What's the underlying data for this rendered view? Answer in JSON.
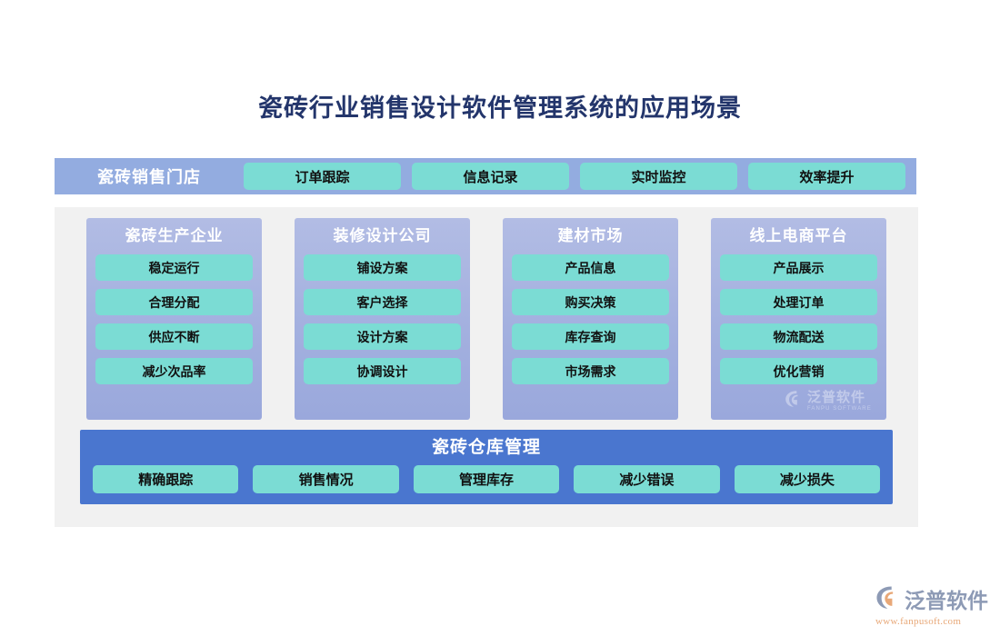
{
  "page": {
    "title": "瓷砖行业销售设计软件管理系统的应用场景"
  },
  "header": {
    "title": "瓷砖销售门店",
    "pills": [
      {
        "label": "订单跟踪"
      },
      {
        "label": "信息记录"
      },
      {
        "label": "实时监控"
      },
      {
        "label": "效率提升"
      }
    ]
  },
  "columns": [
    {
      "title": "瓷砖生产企业",
      "items": [
        {
          "label": "稳定运行"
        },
        {
          "label": "合理分配"
        },
        {
          "label": "供应不断"
        },
        {
          "label": "减少次品率"
        }
      ]
    },
    {
      "title": "装修设计公司",
      "items": [
        {
          "label": "铺设方案"
        },
        {
          "label": "客户选择"
        },
        {
          "label": "设计方案"
        },
        {
          "label": "协调设计"
        }
      ]
    },
    {
      "title": "建材市场",
      "items": [
        {
          "label": "产品信息"
        },
        {
          "label": "购买决策"
        },
        {
          "label": "库存查询"
        },
        {
          "label": "市场需求"
        }
      ]
    },
    {
      "title": "线上电商平台",
      "items": [
        {
          "label": "产品展示"
        },
        {
          "label": "处理订单"
        },
        {
          "label": "物流配送"
        },
        {
          "label": "优化营销"
        }
      ]
    }
  ],
  "bottom": {
    "title": "瓷砖仓库管理",
    "items": [
      {
        "label": "精确跟踪"
      },
      {
        "label": "销售情况"
      },
      {
        "label": "管理库存"
      },
      {
        "label": "减少错误"
      },
      {
        "label": "减少损失"
      }
    ]
  },
  "watermark": {
    "name_cn": "泛普软件",
    "name_en": "FANPU SOFTWARE"
  },
  "logo": {
    "name_cn": "泛普软件",
    "url": "www.fanpusoft.com"
  },
  "colors": {
    "title_text": "#23356b",
    "header_bar": "#93ace0",
    "pill_teal": "#7bdcd4",
    "panel_gray": "#f1f1f1",
    "card_purple": "#a3b0df",
    "bottom_blue": "#4a76cf",
    "logo_gray": "#8d9ab5",
    "logo_orange": "#e8a878"
  }
}
